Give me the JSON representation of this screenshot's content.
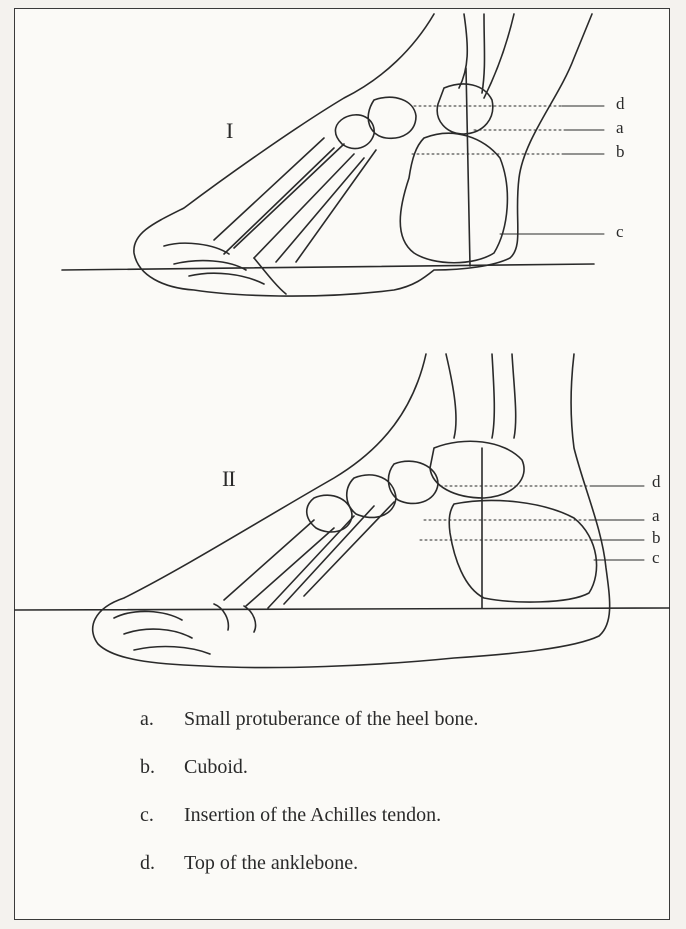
{
  "figures": {
    "top_numeral": "I",
    "bottom_numeral": "II"
  },
  "callouts": {
    "top": [
      "d",
      "a",
      "b",
      "c"
    ],
    "bottom": [
      "d",
      "a",
      "b",
      "c"
    ]
  },
  "legend": [
    {
      "key": "a.",
      "text": "Small protuberance of the heel bone."
    },
    {
      "key": "b.",
      "text": "Cuboid."
    },
    {
      "key": "c.",
      "text": "Insertion of the Achilles tendon."
    },
    {
      "key": "d.",
      "text": "Top of the anklebone."
    }
  ],
  "colors": {
    "ink": "#2a2a2a",
    "paper": "#fbfaf7"
  }
}
